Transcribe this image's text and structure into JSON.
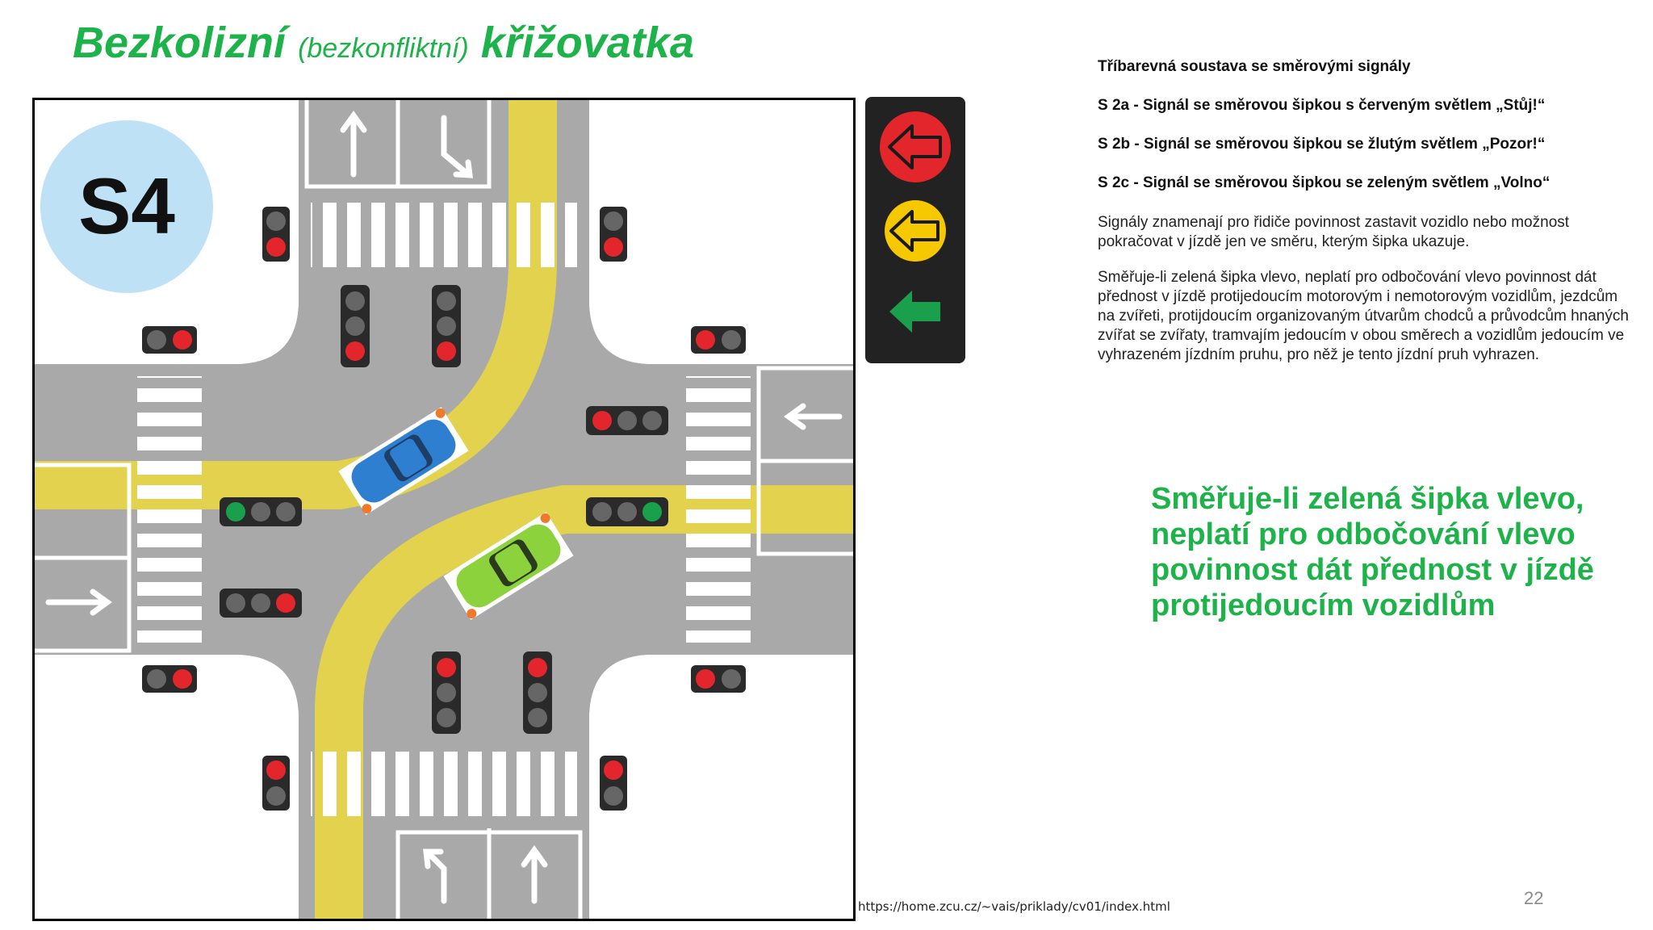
{
  "title": {
    "main": "Bezkolizní",
    "sub": "(bezkonfliktní)",
    "end": "křižovatka"
  },
  "badge": "S4",
  "colors": {
    "accent_green": "#1db34a",
    "signal_red": "#e3262b",
    "signal_yellow": "#f6c800",
    "signal_green": "#1aa04c",
    "road": "#a9a9a9",
    "lane_yellow": "#e8d644",
    "badge_bg": "#bfe1f6",
    "car_blue": "#2f7fd0",
    "car_green": "#8bd23d"
  },
  "signal_legend": {
    "icons": [
      "red-left-arrow-icon",
      "yellow-left-arrow-icon",
      "green-left-arrow-icon"
    ]
  },
  "legend": {
    "heading": "Tříbarevná soustava se směrovými signály",
    "s2a": "S 2a - Signál se směrovou šipkou s červeným světlem „Stůj!“",
    "s2b": "S 2b - Signál se směrovou šipkou se žlutým světlem „Pozor!“",
    "s2c": "S 2c - Signál se směrovou šipkou se zeleným světlem „Volno“",
    "para1": "Signály znamenají pro řidiče povinnost zastavit vozidlo nebo možnost pokračovat v jízdě jen ve směru, kterým šipka ukazuje.",
    "para2": "Směřuje-li zelená šipka vlevo, neplatí pro odbočování vlevo povinnost dát přednost v jízdě protijedoucím motorovým i nemotorovým vozidlům, jezdcům na zvířeti, protijdoucím organizovaným útvarům chodců a průvodcům hnaných zvířat se zvířaty, tramvajím jedoucím v obou směrech a vozidlům jedoucím ve vyhrazeném jízdním pruhu, pro něž je tento jízdní pruh vyhrazen."
  },
  "highlight": "Směřuje-li zelená šipka vlevo, neplatí pro odbočování vlevo povinnost dát přednost v jízdě protijedoucím vozidlům",
  "source_url": "https://home.zcu.cz/~vais/priklady/cv01/index.html",
  "page_number": "22"
}
